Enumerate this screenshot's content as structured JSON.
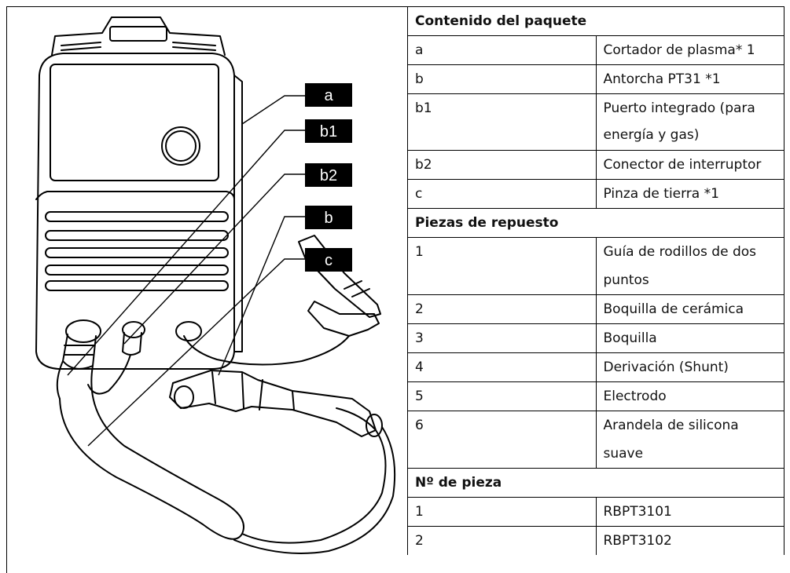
{
  "callouts": [
    "a",
    "b1",
    "b2",
    "b",
    "c"
  ],
  "table": {
    "package_header": "Contenido del paquete",
    "package_items": [
      {
        "code": "a",
        "desc": "Cortador de plasma* 1"
      },
      {
        "code": "b",
        "desc": "Antorcha PT31 *1"
      },
      {
        "code": "b1",
        "desc": "Puerto integrado (para energía y gas)"
      },
      {
        "code": "b2",
        "desc": "Conector de interruptor"
      },
      {
        "code": "c",
        "desc": "Pinza de tierra *1"
      }
    ],
    "spares_header": "Piezas de repuesto",
    "spare_items": [
      {
        "code": "1",
        "desc": "Guía de rodillos de dos puntos"
      },
      {
        "code": "2",
        "desc": "Boquilla de cerámica"
      },
      {
        "code": "3",
        "desc": "Boquilla"
      },
      {
        "code": "4",
        "desc": "Derivación (Shunt)"
      },
      {
        "code": "5",
        "desc": "Electrodo"
      },
      {
        "code": "6",
        "desc": "Arandela de silicona suave"
      }
    ],
    "partno_header": "Nº de pieza",
    "partno_items": [
      {
        "code": "1",
        "desc": "RBPT3101"
      },
      {
        "code": "2",
        "desc": "RBPT3102"
      }
    ]
  }
}
